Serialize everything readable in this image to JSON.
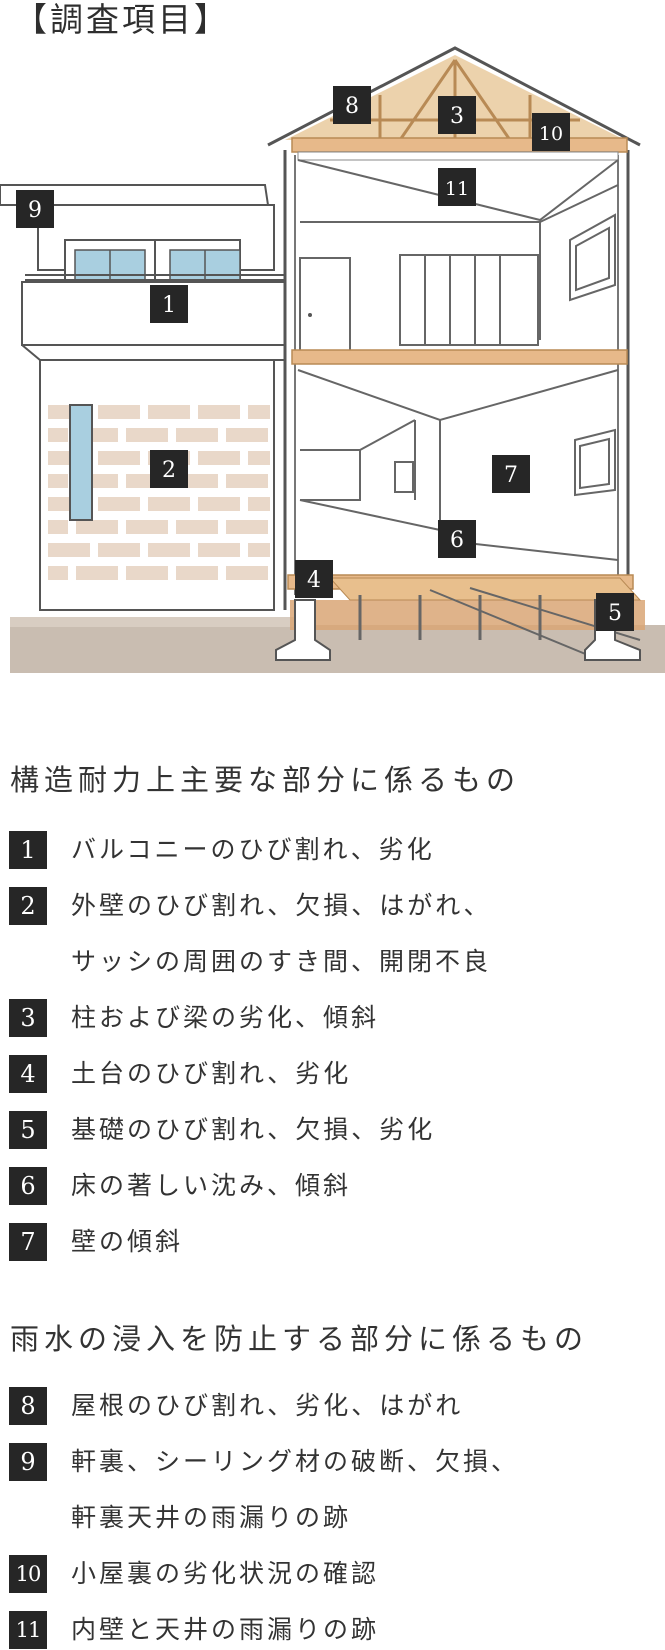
{
  "title": "【調査項目】",
  "diagram": {
    "markers": [
      "1",
      "2",
      "3",
      "4",
      "5",
      "6",
      "7",
      "8",
      "9",
      "10",
      "11"
    ]
  },
  "sections": [
    {
      "heading": "構造耐力上主要な部分に係るもの",
      "items": [
        {
          "num": "1",
          "lines": [
            "バルコニーのひび割れ、劣化"
          ]
        },
        {
          "num": "2",
          "lines": [
            "外壁のひび割れ、欠損、はがれ、",
            "サッシの周囲のすき間、開閉不良"
          ]
        },
        {
          "num": "3",
          "lines": [
            "柱および梁の劣化、傾斜"
          ]
        },
        {
          "num": "4",
          "lines": [
            "土台のひび割れ、劣化"
          ]
        },
        {
          "num": "5",
          "lines": [
            "基礎のひび割れ、欠損、劣化"
          ]
        },
        {
          "num": "6",
          "lines": [
            "床の著しい沈み、傾斜"
          ]
        },
        {
          "num": "7",
          "lines": [
            "壁の傾斜"
          ]
        }
      ]
    },
    {
      "heading": "雨水の浸入を防止する部分に係るもの",
      "items": [
        {
          "num": "8",
          "lines": [
            "屋根のひび割れ、劣化、はがれ"
          ]
        },
        {
          "num": "9",
          "lines": [
            "軒裏、シーリング材の破断、欠損、",
            "軒裏天井の雨漏りの跡"
          ]
        },
        {
          "num": "10",
          "lines": [
            "小屋裏の劣化状況の確認"
          ]
        },
        {
          "num": "11",
          "lines": [
            "内壁と天井の雨漏りの跡"
          ]
        }
      ]
    }
  ],
  "colors": {
    "box": "#262626",
    "wood": "#e7c79a",
    "brick": "#e9d8c9",
    "ground": "#c8bcb0",
    "window": "#a9cfe0"
  }
}
